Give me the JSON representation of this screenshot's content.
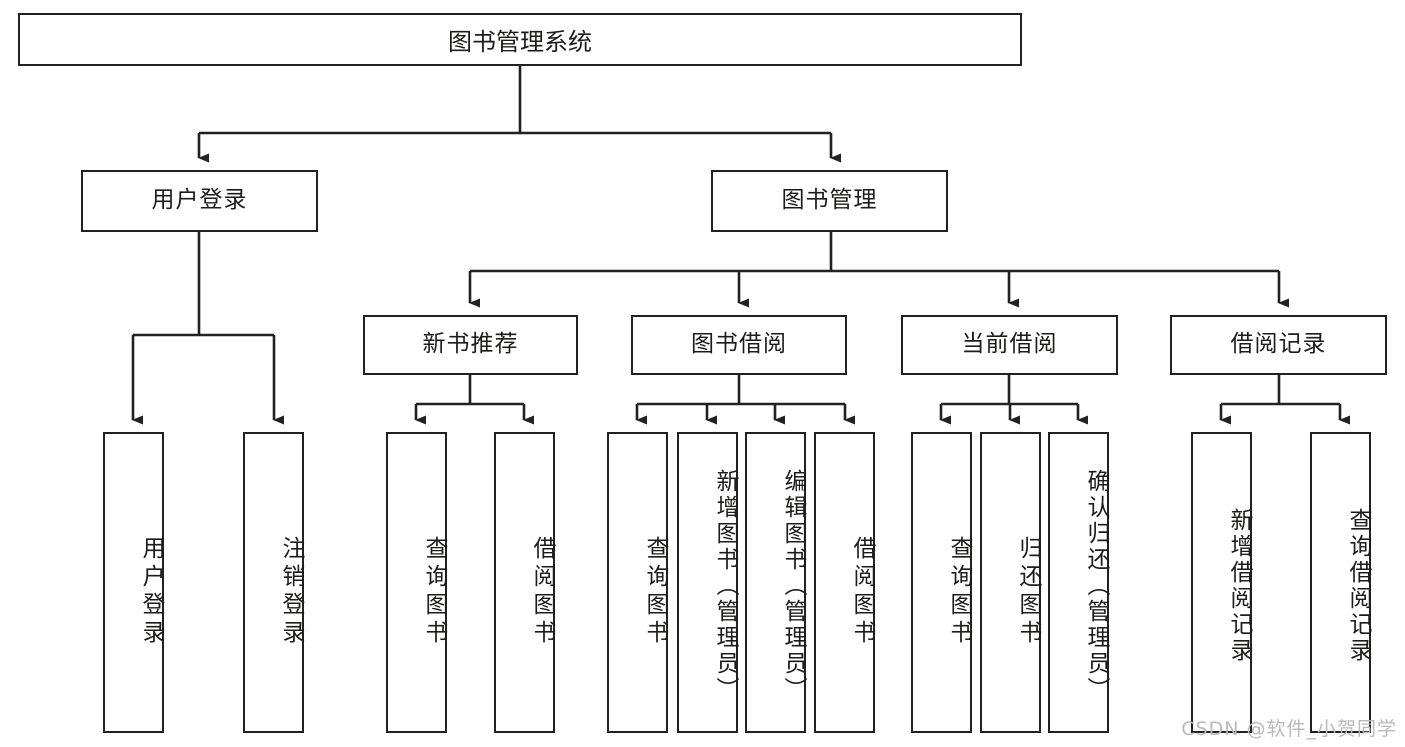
{
  "diagram": {
    "title": "图书管理系统",
    "type": "tree-hierarchy-flowchart",
    "colors": {
      "box_border": "#23211f",
      "box_fill": "#ffffff",
      "edge": "#23211f",
      "text": "#1d1c1b",
      "watermark": "#b9b9b9",
      "background": "#ffffff"
    },
    "nodes": {
      "root": {
        "label": "图书管理系统"
      },
      "level2": [
        {
          "label": "用户登录"
        },
        {
          "label": "图书管理"
        }
      ],
      "level3": [
        {
          "label": "新书推荐"
        },
        {
          "label": "图书借阅"
        },
        {
          "label": "当前借阅"
        },
        {
          "label": "借阅记录"
        }
      ],
      "leaves": {
        "user_login": [
          {
            "label": "用户登录"
          },
          {
            "label": "注销登录"
          }
        ],
        "new_book_recommend": [
          {
            "label": "查询图书"
          },
          {
            "label": "借阅图书"
          }
        ],
        "book_borrow": [
          {
            "label": "查询图书"
          },
          {
            "label": "新增图书（管理员）"
          },
          {
            "label": "编辑图书（管理员）"
          },
          {
            "label": "借阅图书"
          }
        ],
        "current_borrow": [
          {
            "label": "查询图书"
          },
          {
            "label": "归还图书"
          },
          {
            "label": "确认归还（管理员）"
          }
        ],
        "borrow_record": [
          {
            "label": "新增借阅记录"
          },
          {
            "label": "查询借阅记录"
          }
        ]
      }
    },
    "watermark": "CSDN @软件_小贺同学"
  }
}
